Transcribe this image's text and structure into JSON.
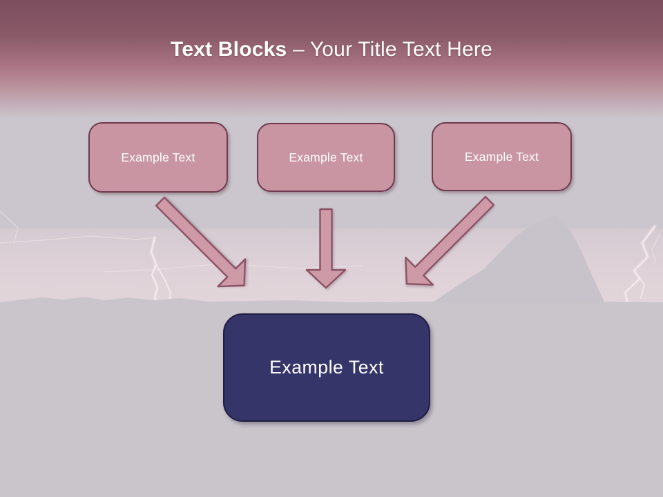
{
  "slide": {
    "title": {
      "bold": "Text Blocks",
      "rest": "– Your Title Text Here"
    },
    "blocks": [
      {
        "label": "Example Text"
      },
      {
        "label": "Example Text"
      },
      {
        "label": "Example Text"
      }
    ],
    "result_block": {
      "label": "Example Text"
    },
    "connectors": [
      {
        "icon": "arrow-down-right-icon",
        "from": "block-1",
        "to": "result-block"
      },
      {
        "icon": "arrow-down-icon",
        "from": "block-2",
        "to": "result-block"
      },
      {
        "icon": "arrow-down-left-icon",
        "from": "block-3",
        "to": "result-block"
      }
    ],
    "background_theme": "lightning-storm-photo",
    "colors": {
      "header_top": "#7c4e5d",
      "header_mid": "#b07e8c",
      "canvas": "#cbc6cd",
      "block_fill": "#ca95a3",
      "block_border": "#6e3a4d",
      "arrow_fill": "#cf9aa8",
      "arrow_border": "#8a5264",
      "accent_fill": "#363569",
      "accent_border": "#1f1e40",
      "text": "#ffffff"
    }
  }
}
